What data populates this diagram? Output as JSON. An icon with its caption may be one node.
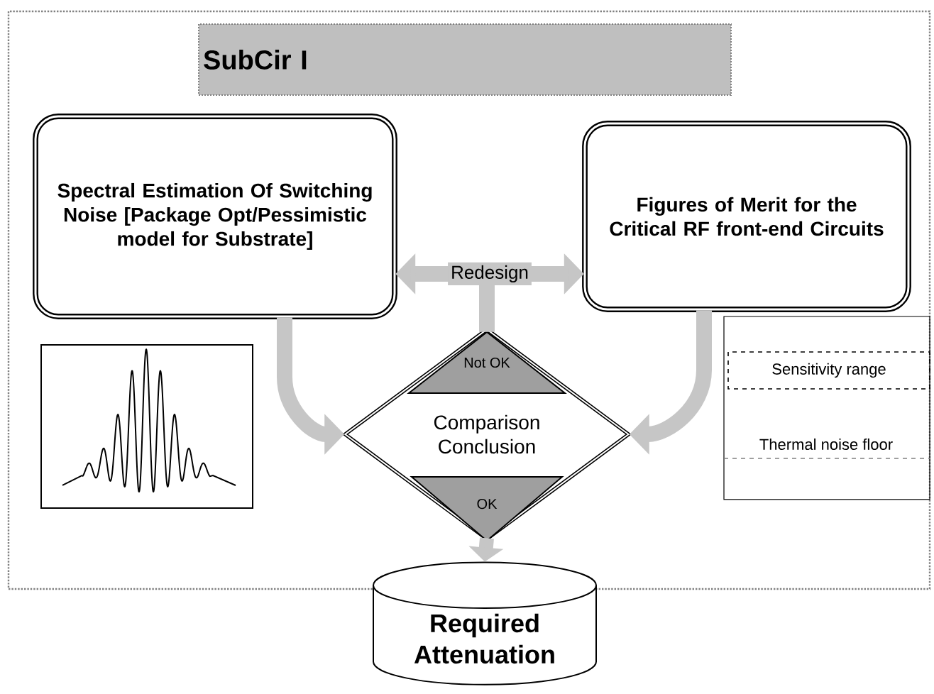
{
  "diagram": {
    "nodes": [
      {
        "text": [
          "SubCir I"
        ]
      },
      {
        "text": [
          "Spectral Estimation Of Switching Noise [Package Opt/Pessimistic model for Substrate]"
        ]
      },
      {
        "text": [
          "Figures of Merit for the Critical RF front-end Circuits"
        ]
      },
      {
        "text": [
          "Not OK"
        ],
        "in": 4
      },
      {
        "text": [
          "Comparison Conclusion"
        ]
      },
      {
        "text": [
          "OK"
        ],
        "in": 4
      },
      {
        "text": [
          "Sensitivity range",
          "Thermal noise floor"
        ]
      },
      {
        "text": [
          "Required Attenuation"
        ]
      }
    ],
    "edges": [
      {
        "from": 3,
        "to": 1,
        "arrow": "to",
        "label": "Redesign"
      },
      {
        "from": 3,
        "to": 2,
        "arrow": "to"
      },
      {
        "from": 1,
        "to": 4,
        "arrow": "to"
      },
      {
        "from": 2,
        "to": 4,
        "arrow": "to"
      },
      {
        "from": 5,
        "to": 7,
        "arrow": "to"
      }
    ]
  }
}
